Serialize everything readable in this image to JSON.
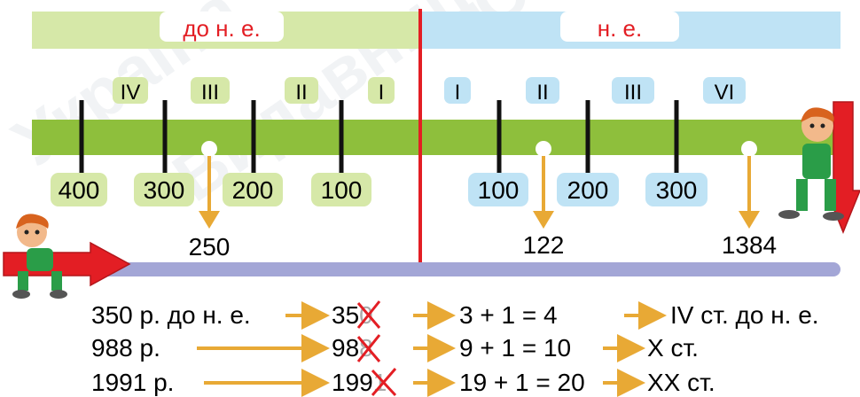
{
  "timeline": {
    "bc_label": "до н. е.",
    "ad_label": "н. е.",
    "bc_centuries": [
      "IV",
      "III",
      "II",
      "I"
    ],
    "ad_centuries": [
      "I",
      "II",
      "III",
      "VI"
    ],
    "bc_years": [
      "400",
      "300",
      "200",
      "100"
    ],
    "ad_years": [
      "100",
      "200",
      "300"
    ],
    "events": [
      "250",
      "122",
      "1384"
    ]
  },
  "colors": {
    "bc_green": "#d6e8a8",
    "ad_blue": "#bfe3f5",
    "band_green": "#8ebf3c",
    "divider_red": "#e31e24",
    "arrow_orange": "#e8a935",
    "baseline_purple": "#a3a6d6",
    "cross_red": "#e31e24"
  },
  "rows": [
    {
      "year": "350 р. до н. е.",
      "num_keep": "35",
      "num_cross": "0",
      "sum": "3 + 1  = 4",
      "result": "IV ст. до н. е."
    },
    {
      "year": "988 р.",
      "num_keep": "98",
      "num_cross": "8",
      "sum": "9 + 1  = 10",
      "result": "X ст."
    },
    {
      "year": "1991 р.",
      "num_keep": "199",
      "num_cross": "1",
      "sum": "19 + 1  = 20",
      "result": "XX ст."
    }
  ],
  "watermark": [
    "Україна",
    "Видавництво",
    "«Світ"
  ]
}
